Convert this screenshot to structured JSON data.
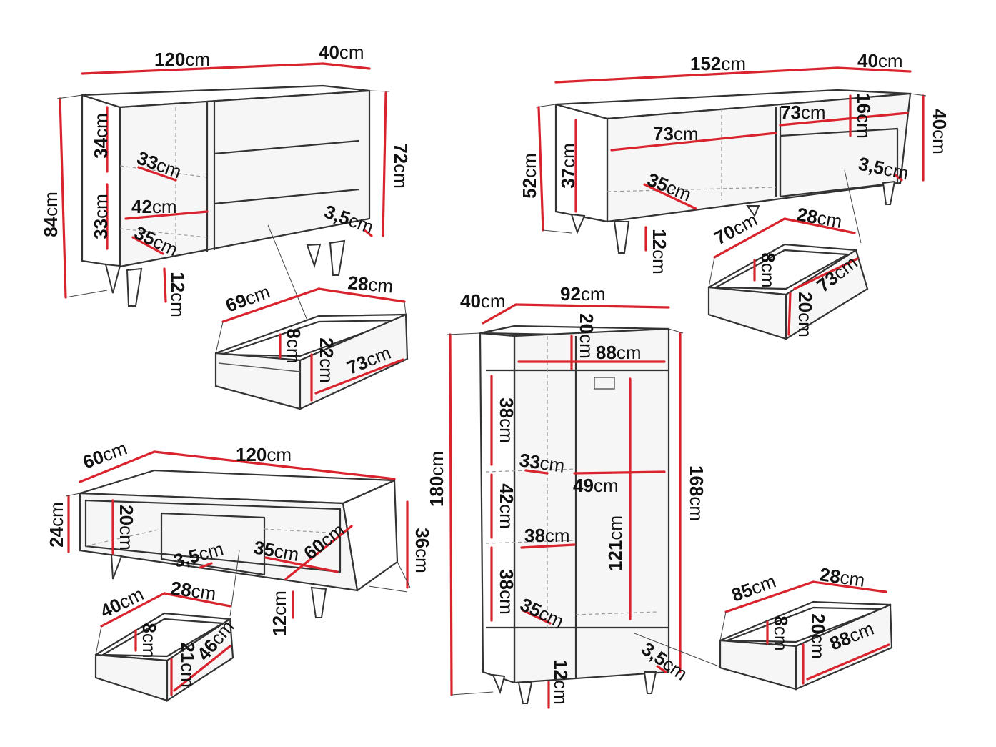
{
  "unit": "cm",
  "sideboard": {
    "width": "120",
    "depth": "40",
    "height_total": "84",
    "height_body": "72",
    "shelf_upper": "34",
    "shelf_lower": "33",
    "shelf_depth": "33",
    "shelf_width": "42",
    "inner_depth": "35",
    "top_thickness": "3,5",
    "leg": "12",
    "drawer": {
      "depth": "69",
      "width": "28",
      "inner_height": "8",
      "height": "22",
      "length": "73"
    }
  },
  "tv_stand": {
    "width": "152",
    "depth": "40",
    "height_total": "52",
    "height_body": "40",
    "shelf_height": "37",
    "compartment_width": "73",
    "drawer_width": "73",
    "drawer_height": "16",
    "inner_depth": "35",
    "top_thickness": "3,5",
    "leg": "12",
    "drawer": {
      "depth": "70",
      "width": "28",
      "inner_height": "8",
      "height": "20",
      "length": "73"
    }
  },
  "coffee_table": {
    "depth": "60",
    "width": "120",
    "height_body": "24",
    "inner_height": "20",
    "height_total": "36",
    "top_thickness": "3,5",
    "inner_depth": "35",
    "drawer_length": "60",
    "leg": "12",
    "drawer": {
      "depth": "40",
      "width": "28",
      "inner_height": "8",
      "height": "21",
      "length": "46"
    }
  },
  "wardrobe": {
    "depth": "40",
    "width": "92",
    "top_gap": "20",
    "inner_width": "88",
    "height_total": "180",
    "height_body": "168",
    "shelf_1": "38",
    "shelf_2": "42",
    "shelf_3": "38",
    "shelf_depth": "33",
    "shelf_width": "38",
    "rail_width": "49",
    "hanging_height": "121",
    "inner_depth": "35",
    "top_thickness": "3,5",
    "leg": "12",
    "drawer": {
      "depth": "85",
      "width": "28",
      "inner_height": "8",
      "height": "20",
      "length": "88"
    }
  }
}
